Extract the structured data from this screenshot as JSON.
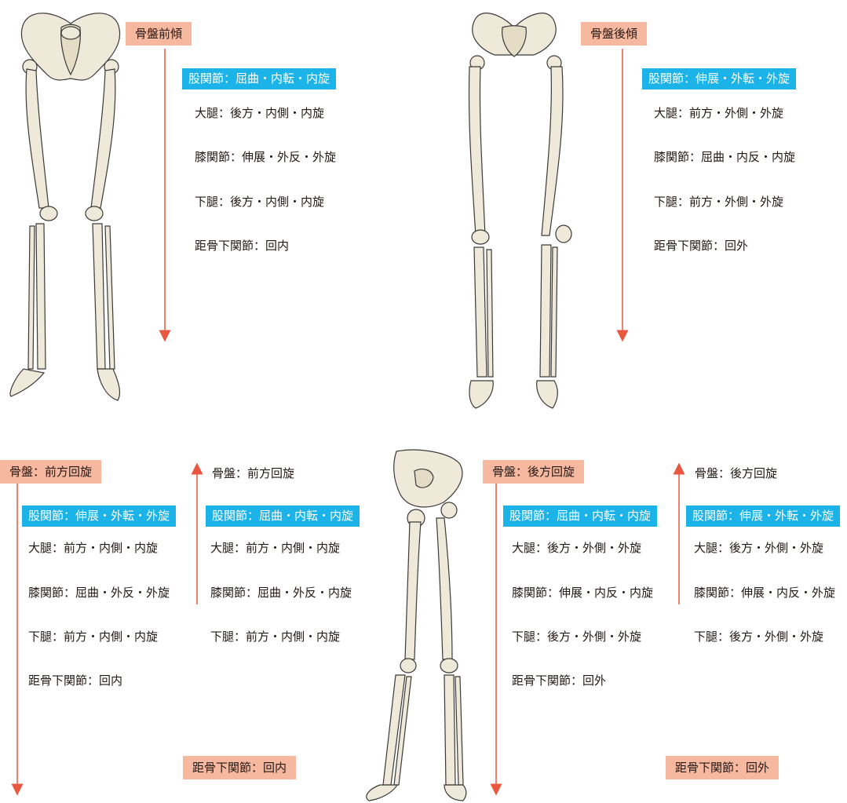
{
  "colors": {
    "arrow": "#e9573f",
    "tag_bg": "#f7b8a0",
    "hip_bg": "#1cb3e8",
    "bone": "#efe9d9"
  },
  "panel1": {
    "tag": "骨盤前傾",
    "hip": "股関節：屈曲・内転・内旋",
    "lines": [
      "大腿：後方・内側・内旋",
      "膝関節：伸展・外反・外旋",
      "下腿：後方・内側・内旋",
      "距骨下関節：回内"
    ]
  },
  "panel2": {
    "tag": "骨盤後傾",
    "hip": "股関節：伸展・外転・外旋",
    "lines": [
      "大腿：前方・外側・外旋",
      "膝関節：屈曲・内反・内旋",
      "下腿：前方・外側・外旋",
      "距骨下関節：回外"
    ]
  },
  "panel3": {
    "tag": "骨盤：前方回旋",
    "hip": "股関節：伸展・外転・外旋",
    "lines": [
      "大腿：前方・内側・内旋",
      "膝関節：屈曲・外反・外旋",
      "下腿：前方・内側・内旋",
      "距骨下関節：回内"
    ]
  },
  "panel4": {
    "top": "骨盤：前方回旋",
    "hip": "股関節：屈曲・内転・内旋",
    "lines": [
      "大腿：前方・内側・内旋",
      "膝関節：屈曲・外反・内旋",
      "下腿：前方・内側・内旋"
    ],
    "bottom_tag": "距骨下関節：回内"
  },
  "panel5": {
    "tag": "骨盤：後方回旋",
    "hip": "股関節：屈曲・内転・内旋",
    "lines": [
      "大腿：後方・外側・外旋",
      "膝関節：伸展・内反・内旋",
      "下腿：後方・外側・外旋",
      "距骨下関節：回外"
    ]
  },
  "panel6": {
    "top": "骨盤：後方回旋",
    "hip": "股関節：伸展・外転・外旋",
    "lines": [
      "大腿：後方・外側・外旋",
      "膝関節：伸展・内反・外旋",
      "下腿：後方・外側・外旋"
    ],
    "bottom_tag": "距骨下関節：回外"
  }
}
